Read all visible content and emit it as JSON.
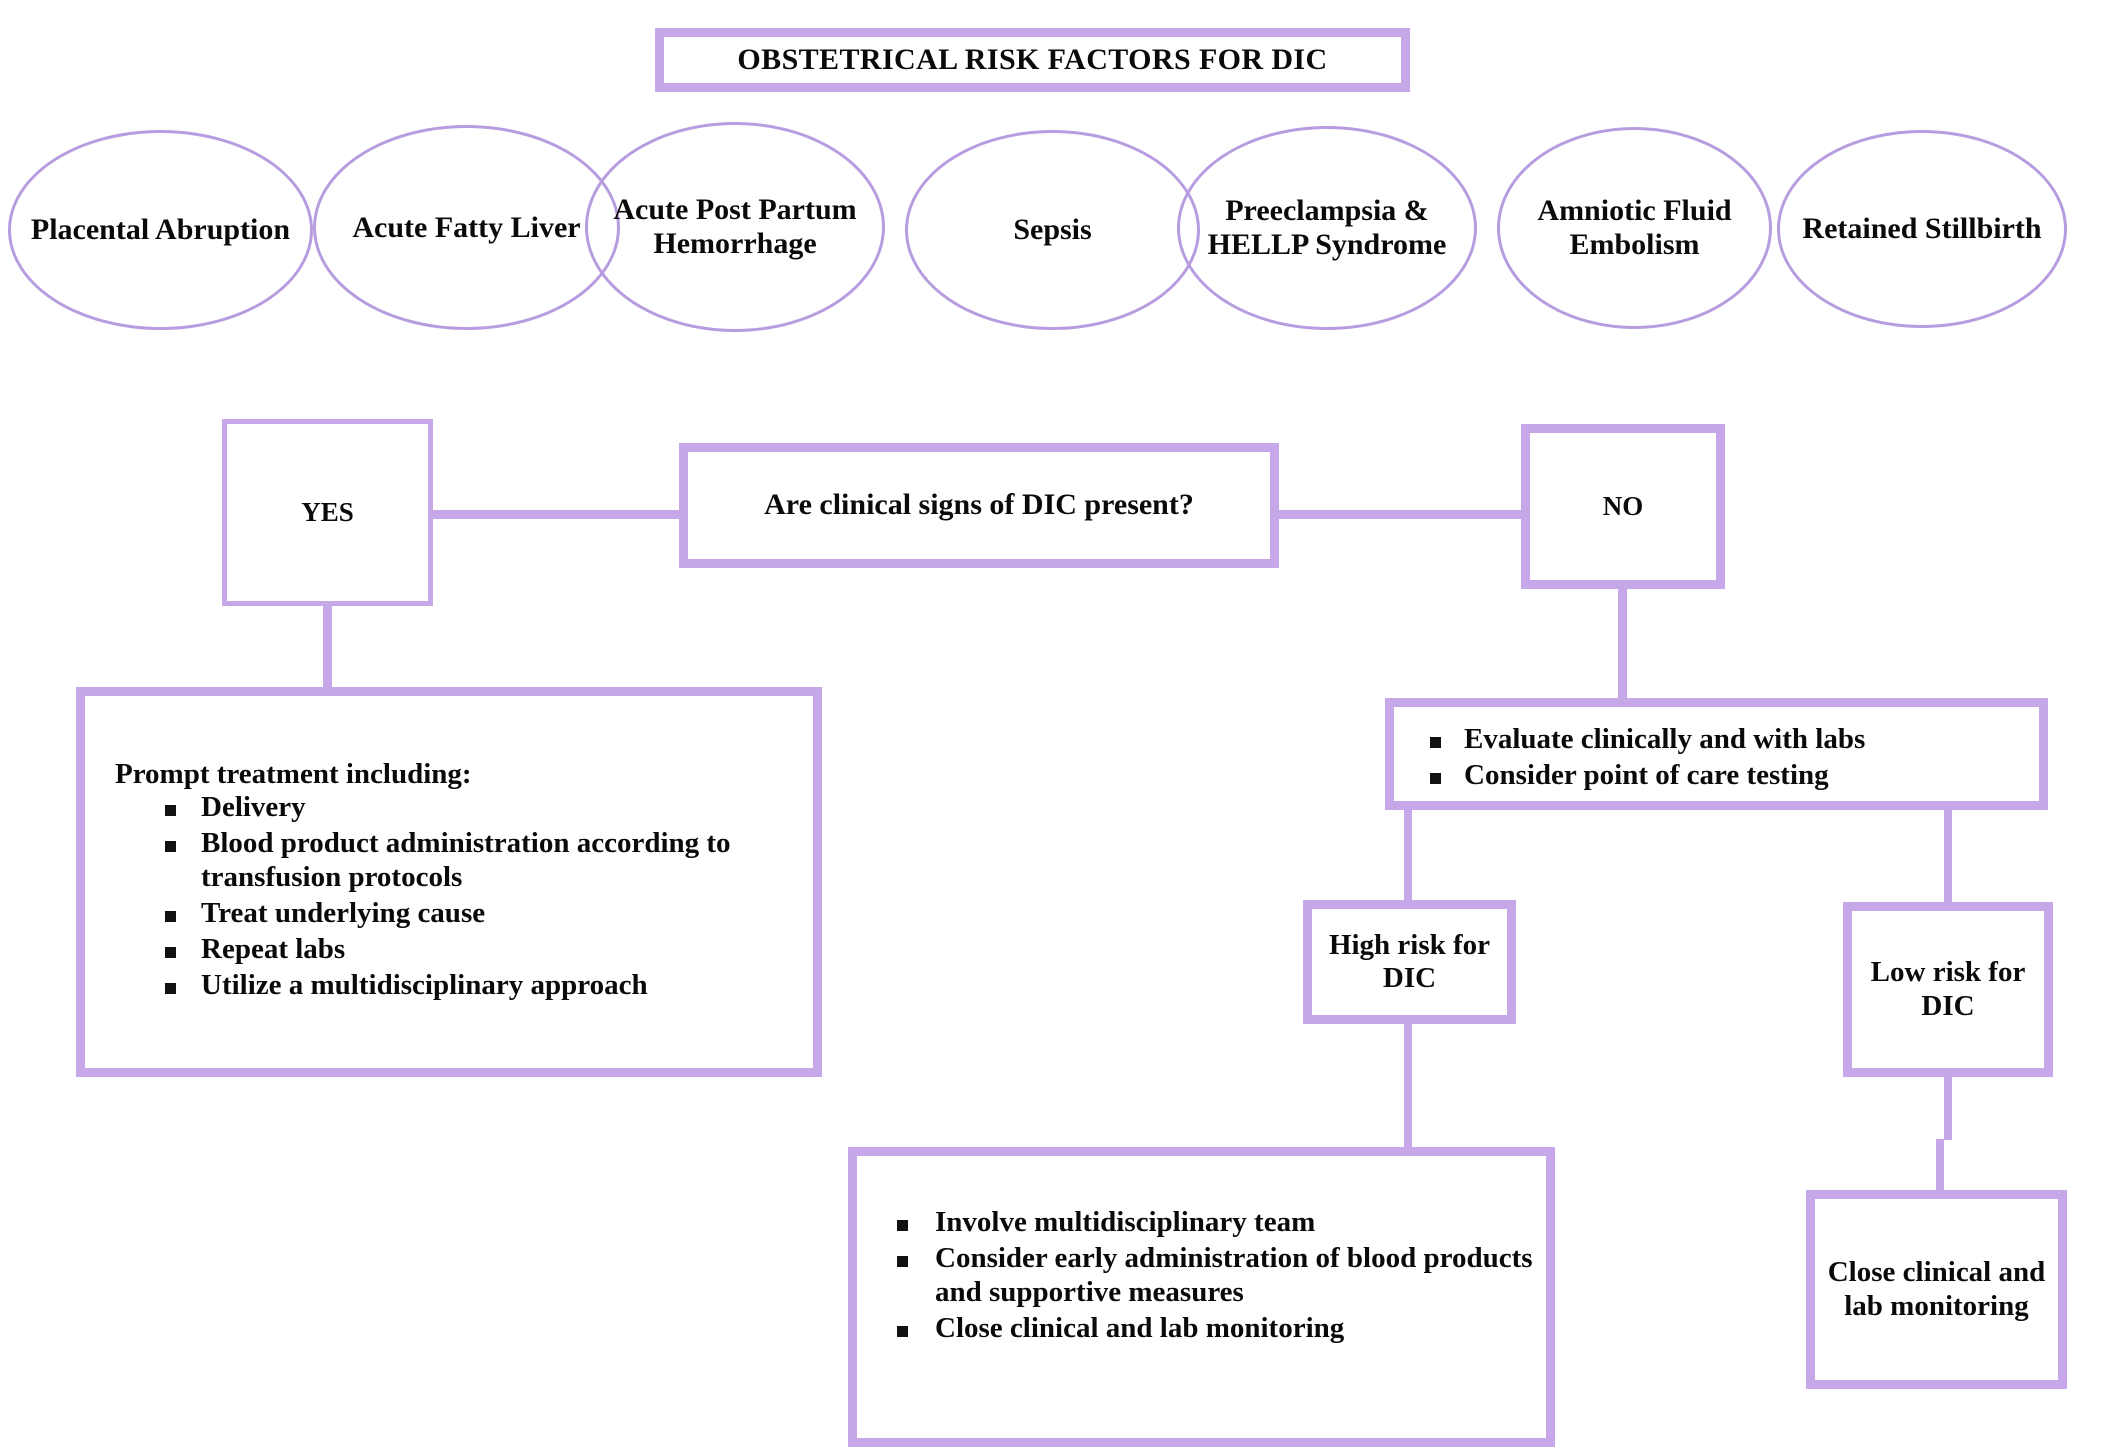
{
  "title": "OBSTETRICAL RISK FACTORS FOR DIC",
  "accent_color": "#c6a7e8",
  "circle_stroke_color": "#b79ce0",
  "risk_factors": [
    {
      "label": "Placental Abruption"
    },
    {
      "label": "Acute Fatty Liver"
    },
    {
      "label": "Acute Post Partum Hemorrhage"
    },
    {
      "label": "Sepsis"
    },
    {
      "label": "Preeclampsia & HELLP Syndrome"
    },
    {
      "label": "Amniotic Fluid Embolism"
    },
    {
      "label": "Retained Stillbirth"
    }
  ],
  "decision": {
    "question": "Are clinical signs of DIC present?",
    "yes_label": "YES",
    "no_label": "NO"
  },
  "yes_branch": {
    "heading": "Prompt treatment including:",
    "bullets": [
      "Delivery",
      "Blood product administration according to transfusion protocols",
      "Treat underlying cause",
      "Repeat labs",
      "Utilize a multidisciplinary approach"
    ]
  },
  "no_branch": {
    "evaluate_bullets": [
      "Evaluate clinically and with labs",
      "Consider point of care testing"
    ],
    "high_risk_label": "High risk for DIC",
    "low_risk_label": "Low risk for DIC",
    "high_risk_bullets": [
      "Involve multidisciplinary team",
      "Consider early administration of blood products and supportive measures",
      "Close clinical and lab monitoring"
    ],
    "low_risk_action": "Close clinical and lab monitoring"
  }
}
